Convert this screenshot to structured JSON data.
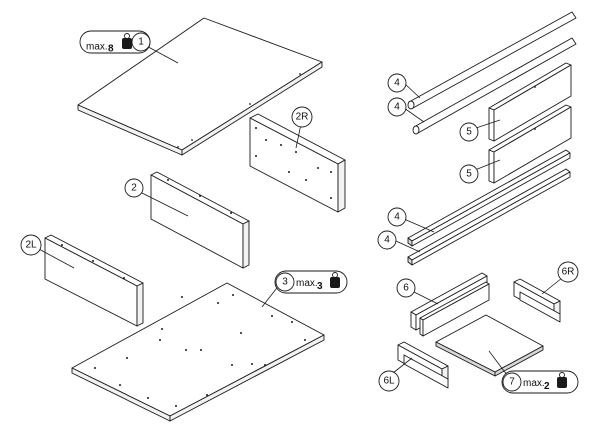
{
  "labels": {
    "p1": "1",
    "p2": "2",
    "p2L": "2L",
    "p2R": "2R",
    "p3": "3",
    "p4a": "4",
    "p4b": "4",
    "p4c": "4",
    "p4d": "4",
    "p5a": "5",
    "p5b": "5",
    "p6": "6",
    "p6L": "6L",
    "p6R": "6R",
    "p7": "7"
  },
  "loads": {
    "p1": {
      "prefix": "max.",
      "value": "8"
    },
    "p3": {
      "prefix": "max.",
      "value": "3"
    },
    "p7": {
      "prefix": "max.",
      "value": "2"
    }
  },
  "icons": {
    "weight": "weight-icon"
  }
}
